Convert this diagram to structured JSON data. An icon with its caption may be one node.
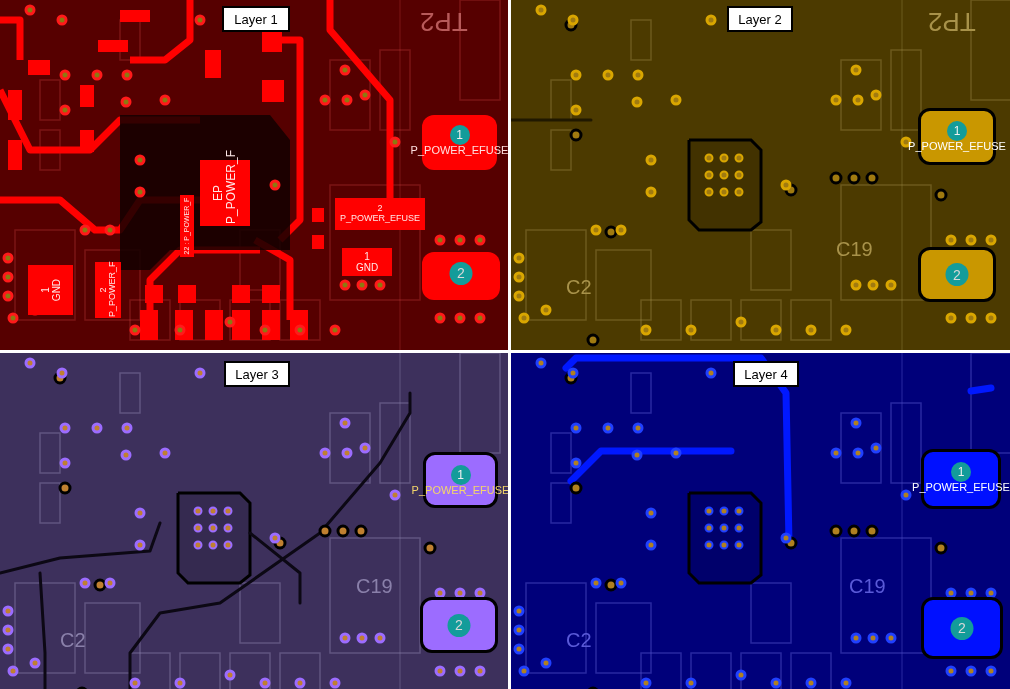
{
  "diagram": {
    "nodes": [
      {
        "text": [
          "Layer 1"
        ]
      },
      {
        "text": [
          "EP P_POWER_F"
        ],
        "in": 0
      },
      {
        "text": [
          "22 : P_POWER_F"
        ],
        "in": 0
      },
      {
        "text": [
          "2 P_POWER_EFUSE"
        ],
        "in": 0
      },
      {
        "text": [
          "1",
          "P_POWER_EFUSE"
        ],
        "in": 0
      },
      {
        "text": [
          "1 GND"
        ],
        "in": 0
      },
      {
        "text": [
          "1 GND"
        ],
        "in": 0
      },
      {
        "text": [
          "2 P_POWER_F"
        ],
        "in": 0
      },
      {
        "text": [
          "2"
        ],
        "in": 0
      },
      {
        "text": [
          "Layer 2"
        ]
      },
      {
        "text": [
          "1",
          "P_POWER_EFUSE"
        ],
        "in": 9
      },
      {
        "text": [
          "2"
        ],
        "in": 9
      },
      {
        "text": [
          "Layer 3"
        ]
      },
      {
        "text": [
          "1",
          "P_POWER_EFUSE"
        ],
        "in": 12
      },
      {
        "text": [
          "2"
        ],
        "in": 12
      },
      {
        "text": [
          "Layer 4"
        ]
      },
      {
        "text": [
          "1",
          "P_POWER_EFUSE"
        ],
        "in": 15
      },
      {
        "text": [
          "2"
        ],
        "in": 15
      }
    ],
    "edges": [],
    "labels": [
      "TP2",
      "TP2",
      "C19",
      "C2",
      "C19",
      "C2",
      "C19",
      "C2"
    ]
  }
}
